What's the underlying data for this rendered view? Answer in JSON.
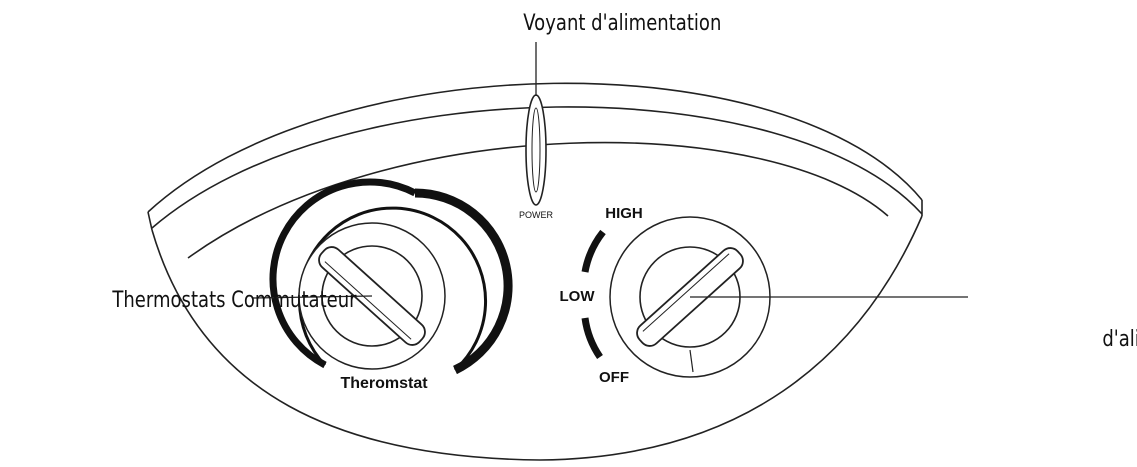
{
  "callouts": {
    "power_light": "Voyant d'alimentation",
    "thermostat_switch": "Thermostats Commutateur",
    "power_switch": "d'alimentation"
  },
  "panel": {
    "power_label": "POWER",
    "thermostat_label": "Theromstat",
    "setting_high": "HIGH",
    "setting_low": "LOW",
    "setting_off": "OFF"
  }
}
